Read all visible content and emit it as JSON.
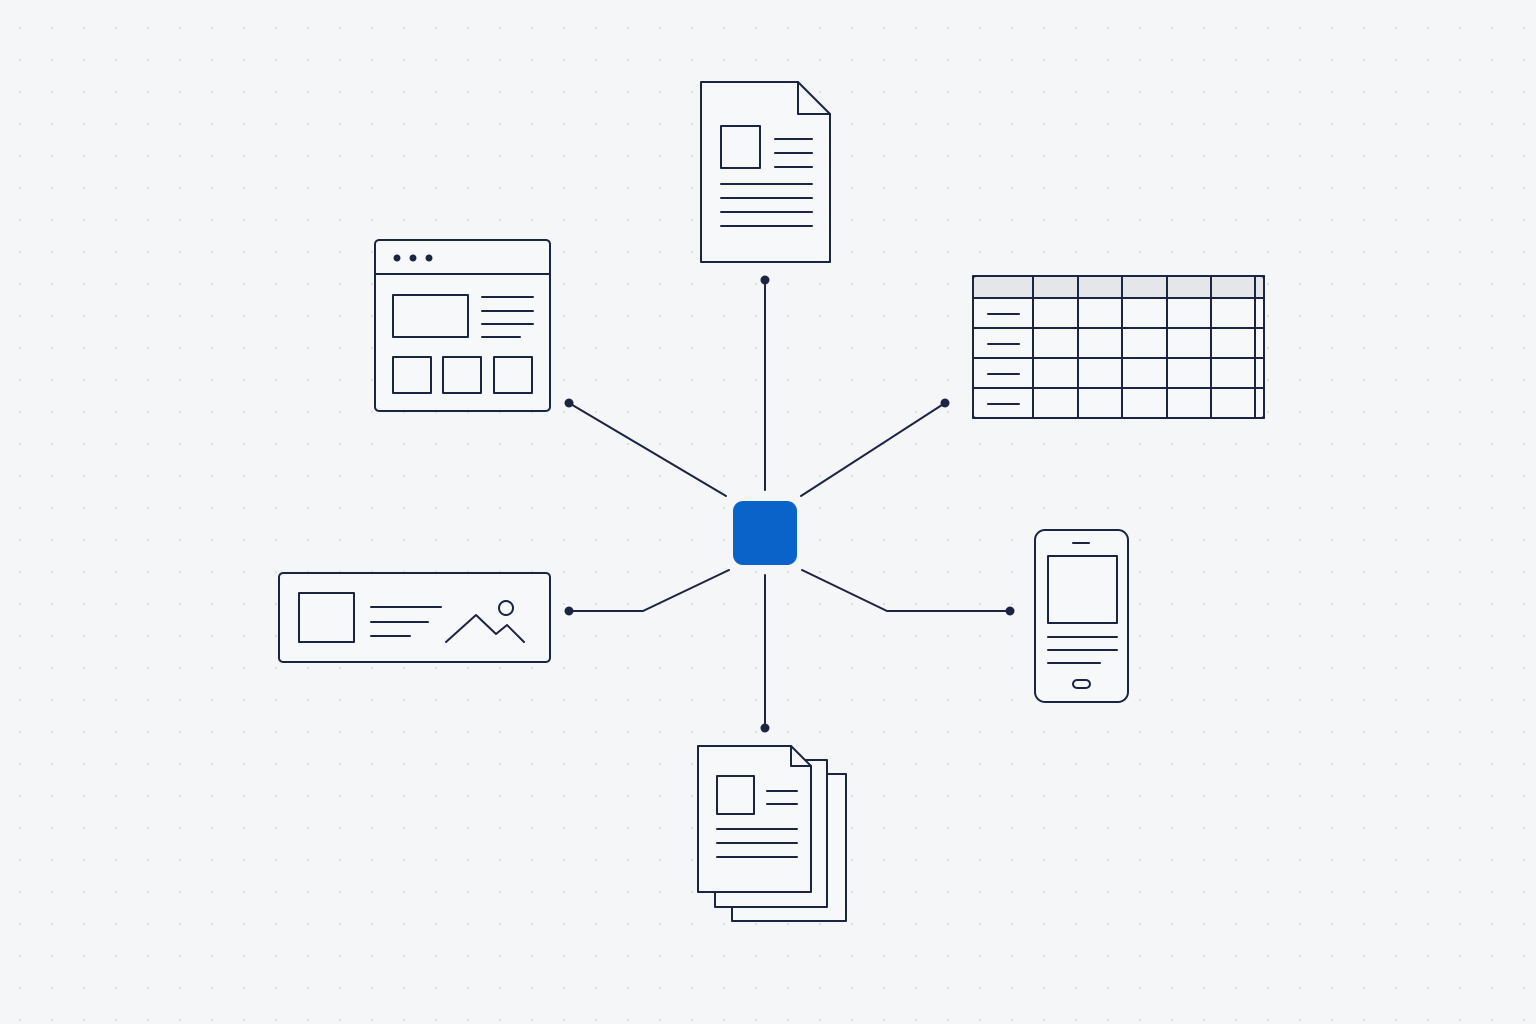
{
  "diagram": {
    "type": "hub-and-spoke",
    "hub": {
      "icon": "central-hub-square",
      "color": "#0a63c9"
    },
    "line_color": "#1b2440",
    "background": "#f5f6f8",
    "nodes": [
      {
        "id": "document",
        "icon": "document-icon"
      },
      {
        "id": "spreadsheet",
        "icon": "table-grid-icon"
      },
      {
        "id": "mobile",
        "icon": "mobile-phone-icon"
      },
      {
        "id": "stacked-documents",
        "icon": "stacked-documents-icon"
      },
      {
        "id": "media-banner",
        "icon": "media-card-icon"
      },
      {
        "id": "web-page",
        "icon": "browser-window-icon"
      }
    ]
  }
}
